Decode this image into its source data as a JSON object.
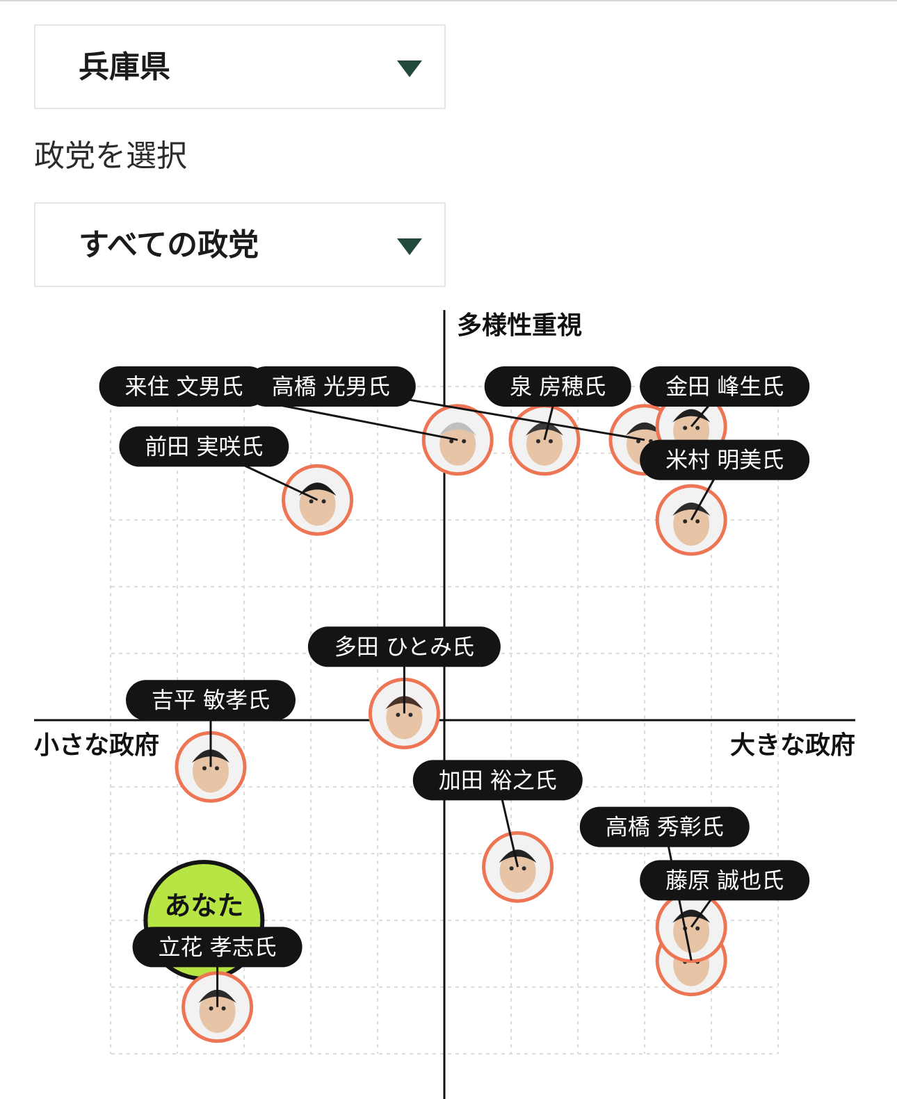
{
  "prefecture_select": {
    "value": "兵庫県"
  },
  "party_select": {
    "label": "政党を選択",
    "value": "すべての政党"
  },
  "colors": {
    "ring": "#ee7553",
    "you": "#b6e544",
    "pill": "#141414",
    "axis": "#111111",
    "arrow": "#224a3c"
  },
  "chart_data": {
    "type": "scatter",
    "axis_labels": {
      "top": "多様性重視",
      "left": "小さな政府",
      "right": "大きな政府"
    },
    "xlim": [
      -5,
      5
    ],
    "ylim": [
      -5,
      5
    ],
    "grid": true,
    "you": {
      "label": "あなた",
      "x": -3.6,
      "y": -3.0
    },
    "candidates": [
      {
        "name": "来住 文男氏",
        "x": 0.2,
        "y": 4.2,
        "label_x": -3.9,
        "label_y": 5.0
      },
      {
        "name": "高橋 光男氏",
        "x": 3.0,
        "y": 4.2,
        "label_x": -1.7,
        "label_y": 5.0
      },
      {
        "name": "泉 房穂氏",
        "x": 1.5,
        "y": 4.2,
        "label_x": 1.7,
        "label_y": 5.0
      },
      {
        "name": "金田 峰生氏",
        "x": 3.7,
        "y": 4.4,
        "label_x": 4.2,
        "label_y": 5.0
      },
      {
        "name": "米村 明美氏",
        "x": 3.7,
        "y": 3.0,
        "label_x": 4.2,
        "label_y": 3.9
      },
      {
        "name": "前田 実咲氏",
        "x": -1.9,
        "y": 3.3,
        "label_x": -3.6,
        "label_y": 4.1
      },
      {
        "name": "多田 ひとみ氏",
        "x": -0.6,
        "y": 0.1,
        "label_x": -0.6,
        "label_y": 1.1
      },
      {
        "name": "吉平 敏孝氏",
        "x": -3.5,
        "y": -0.7,
        "label_x": -3.5,
        "label_y": 0.3
      },
      {
        "name": "加田 裕之氏",
        "x": 1.1,
        "y": -2.2,
        "label_x": 0.8,
        "label_y": -0.9
      },
      {
        "name": "高橋 秀彰氏",
        "x": 3.7,
        "y": -3.6,
        "label_x": 3.3,
        "label_y": -1.6
      },
      {
        "name": "藤原 誠也氏",
        "x": 3.7,
        "y": -3.1,
        "label_x": 4.2,
        "label_y": -2.4
      },
      {
        "name": "立花 孝志氏",
        "x": -3.4,
        "y": -4.3,
        "label_x": -3.4,
        "label_y": -3.4
      }
    ]
  }
}
